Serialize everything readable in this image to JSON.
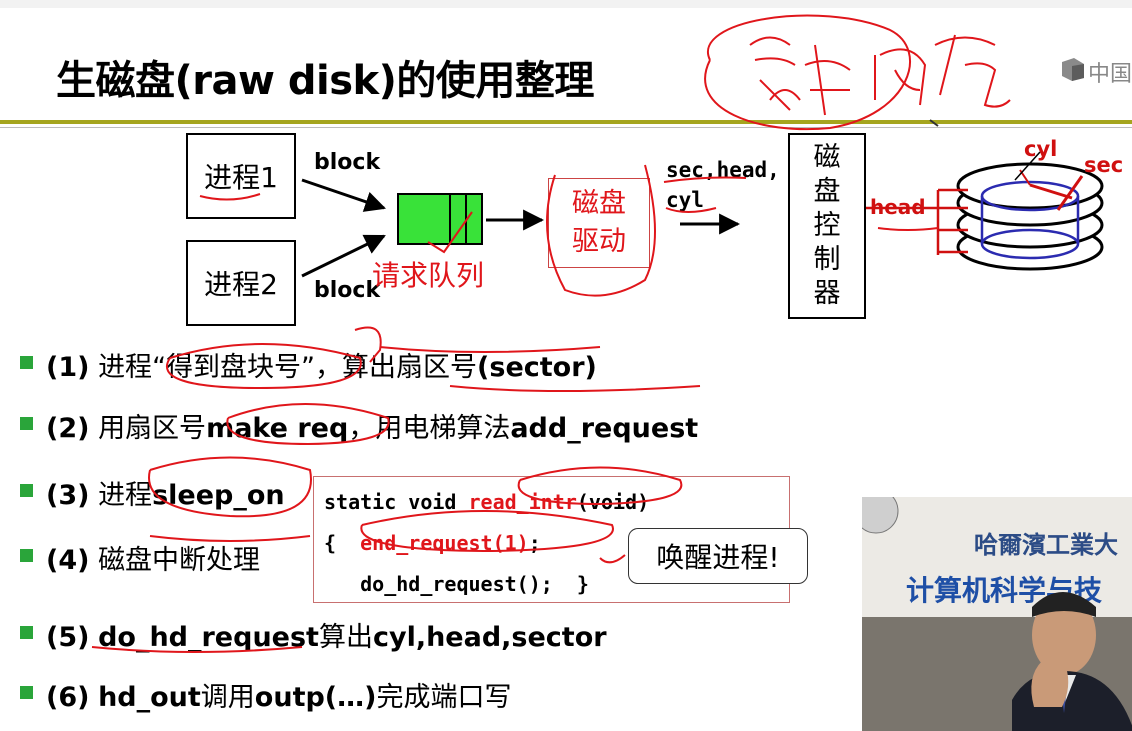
{
  "slide": {
    "title": "生磁盘(raw disk)的使用整理",
    "brand": "中国",
    "handwritten_note": "缓冲内存"
  },
  "diagram": {
    "process1": "进程1",
    "process2": "进程2",
    "block_top": "block",
    "block_bottom": "block",
    "queue_label": "请求队列",
    "driver_label": "磁盘驱动",
    "params_line1": "sec,head,",
    "params_line2": "cyl",
    "controller_label": [
      "磁",
      "盘",
      "控",
      "制",
      "器"
    ],
    "disk_cyl": "cyl",
    "disk_sec": "sec",
    "disk_head": "head"
  },
  "bullets": [
    {
      "num": "(1)",
      "text_a": "进程",
      "text_b": "“得到盘块号”",
      "text_c": "，算出扇区号",
      "text_d": "(sector)"
    },
    {
      "num": "(2)",
      "text_a": "用扇区号",
      "text_b": "make req",
      "text_c": "，用电梯算法",
      "text_d": "add_request"
    },
    {
      "num": "(3)",
      "text_a": "进程",
      "text_b": "sleep_on"
    },
    {
      "num": "(4)",
      "text_a": "磁盘中断处理"
    },
    {
      "num": "(5)",
      "text_b": "do_hd_request",
      "text_a": "算出",
      "text_d": "cyl,head,sector"
    },
    {
      "num": "(6)",
      "text_b": "hd_out",
      "text_a": "调用",
      "text_d": "outp(…)",
      "text_c": "完成端口写"
    }
  ],
  "code": {
    "line1_a": "static void ",
    "line1_b": "read_intr",
    "line1_c": "(void)",
    "line2_a": "{  ",
    "line2_b": "end_request(1)",
    "line2_c": ";",
    "line3": "   do_hd_request();  }"
  },
  "callout": "唤醒进程!",
  "video_banner": {
    "line1": "哈爾濱工業大",
    "line2": "计算机科学与技"
  }
}
